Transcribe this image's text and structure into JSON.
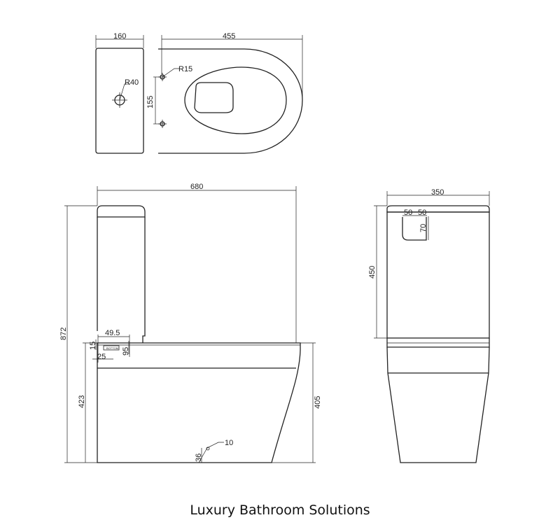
{
  "dimensions": {
    "top_cistern_width": "160",
    "top_pan_length": "455",
    "radius_small": "R15",
    "radius_hole": "R40",
    "fixing_spacing": "155",
    "overall_length": "680",
    "overall_height": "872",
    "waste_offset_width": "49.5",
    "waste_top": "15",
    "waste_height": "95",
    "waste_bottom": "25",
    "pan_height_back": "423",
    "pan_height_front": "405",
    "floor_fix_height": "36",
    "floor_fix_size": "10",
    "overall_width": "350",
    "button_offset_a": "50",
    "button_offset_b": "50",
    "button_height": "70",
    "cistern_height": "450",
    "tiny_label": "BOTTOM"
  },
  "caption": "Luxury Bathroom Solutions"
}
